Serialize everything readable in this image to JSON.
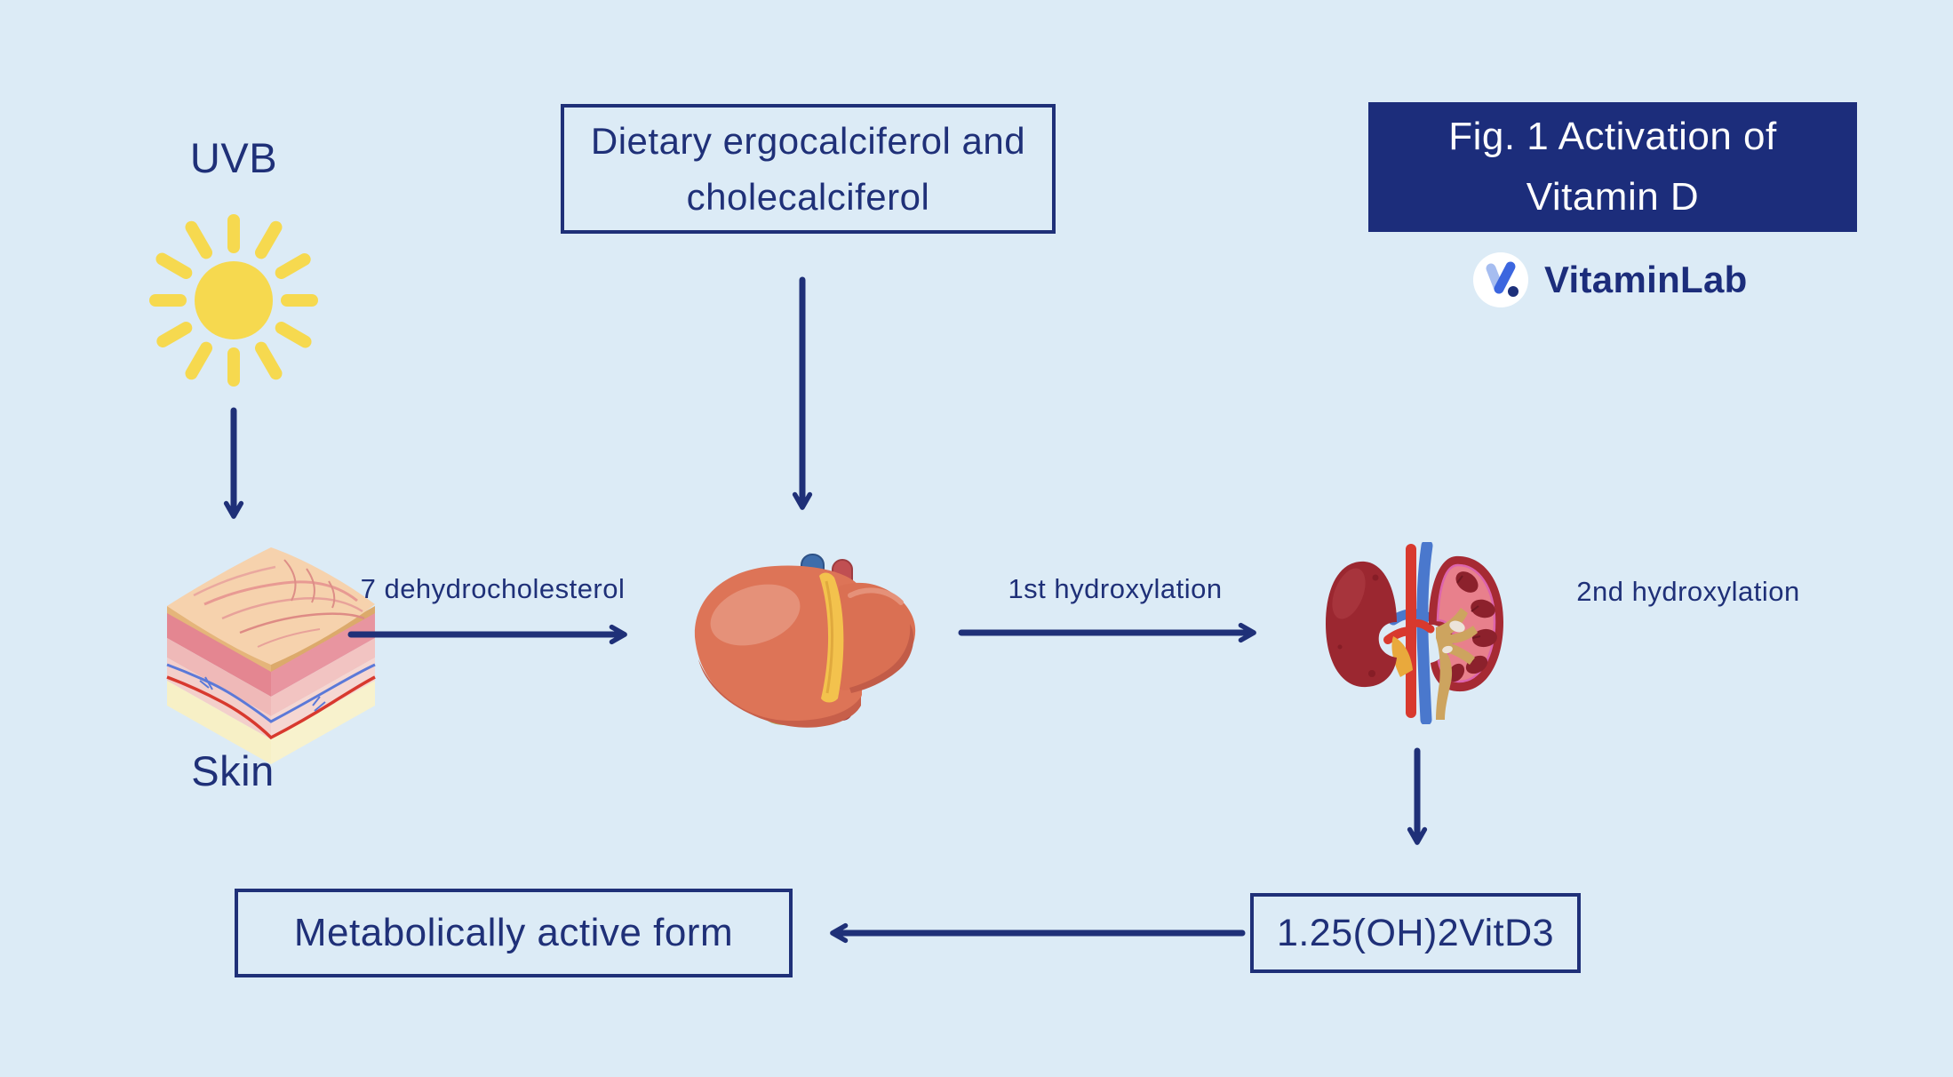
{
  "colors": {
    "background": "#dcebf6",
    "navy": "#1f3078",
    "title_box_bg": "#1c2d7b",
    "title_text": "#ffffff",
    "sun_yellow": "#f6d94f",
    "logo_light_blue": "#a6bdf0",
    "logo_mid_blue": "#3c66df"
  },
  "header": {
    "figure_title": "Fig. 1 Activation of Vitamin D",
    "brand": "VitaminLab"
  },
  "nodes": {
    "uvb_label": "UVB",
    "skin_label": "Skin",
    "dietary_box": "Dietary ergocalciferol and cholecalciferol",
    "active_form_box": "Metabolically active form",
    "vitd_box": "1.25(OH)2VitD3"
  },
  "arrow_labels": {
    "dehydrocholesterol": "7 dehydrocholesterol",
    "first_hydroxylation": "1st hydroxylation",
    "second_hydroxylation": "2nd hydroxylation"
  },
  "icons": {
    "sun": "sun-icon",
    "skin": "skin-cross-section-illustration",
    "liver": "liver-illustration",
    "kidney": "kidney-illustration",
    "logo": "vitaminlab-v-logo-icon"
  }
}
